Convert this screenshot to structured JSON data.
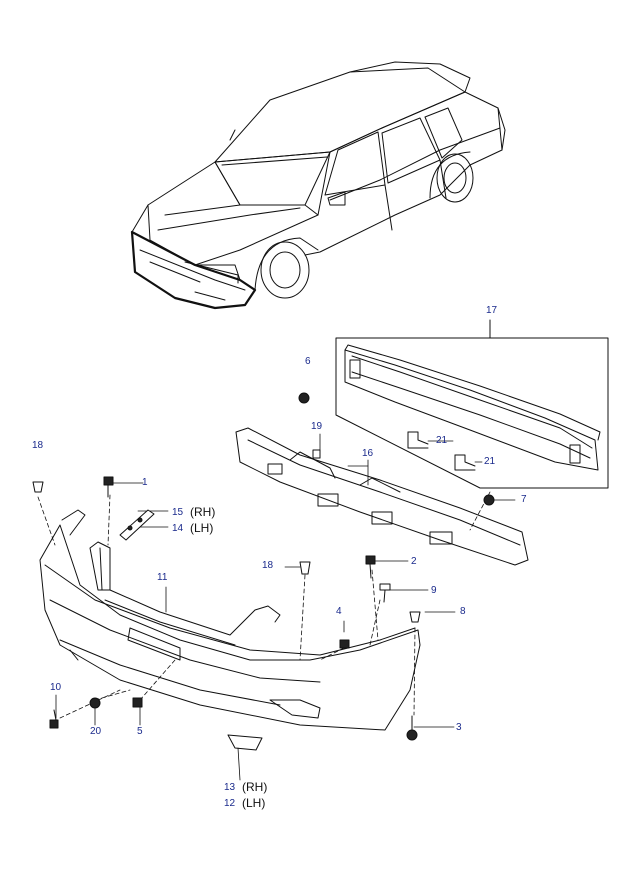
{
  "callouts": {
    "c1": "1",
    "c2": "2",
    "c3": "3",
    "c4": "4",
    "c5": "5",
    "c6": "6",
    "c7": "7",
    "c8": "8",
    "c9": "9",
    "c10": "10",
    "c11": "11",
    "c12": "12",
    "c13": "13",
    "c14": "14",
    "c15": "15",
    "c16": "16",
    "c17": "17",
    "c18a": "18",
    "c18b": "18",
    "c19": "19",
    "c20": "20",
    "c21a": "21",
    "c21b": "21"
  },
  "sides": {
    "rh_upper": "(RH)",
    "lh_upper": "(LH)",
    "rh_lower": "(RH)",
    "lh_lower": "(LH)"
  },
  "colors": {
    "callout": "#1a2a8c",
    "line": "#111111"
  }
}
